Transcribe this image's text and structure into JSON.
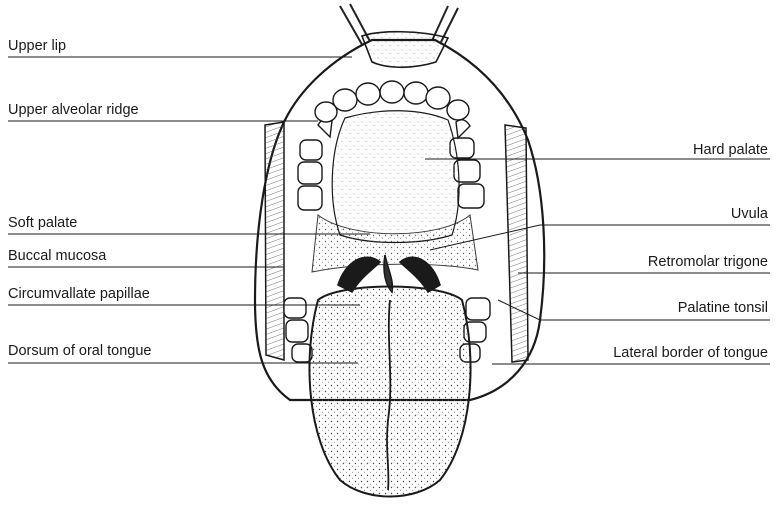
{
  "diagram": {
    "labels_left": [
      {
        "id": "upper-lip",
        "text": "Upper lip"
      },
      {
        "id": "upper-alveolar-ridge",
        "text": "Upper alveolar ridge"
      },
      {
        "id": "soft-palate",
        "text": "Soft palate"
      },
      {
        "id": "buccal-mucosa",
        "text": "Buccal mucosa"
      },
      {
        "id": "circumvallate-papillae",
        "text": "Circumvallate papillae"
      },
      {
        "id": "dorsum-of-oral-tongue",
        "text": "Dorsum of oral tongue"
      }
    ],
    "labels_right": [
      {
        "id": "hard-palate",
        "text": "Hard palate"
      },
      {
        "id": "uvula",
        "text": "Uvula"
      },
      {
        "id": "retromolar-trigone",
        "text": "Retromolar trigone"
      },
      {
        "id": "palatine-tonsil",
        "text": "Palatine tonsil"
      },
      {
        "id": "lateral-border-of-tongue",
        "text": "Lateral border of tongue"
      }
    ],
    "colors": {
      "ink": "#1a1a1a",
      "background": "#ffffff",
      "tissue_shade": "#e9e9e9"
    }
  }
}
